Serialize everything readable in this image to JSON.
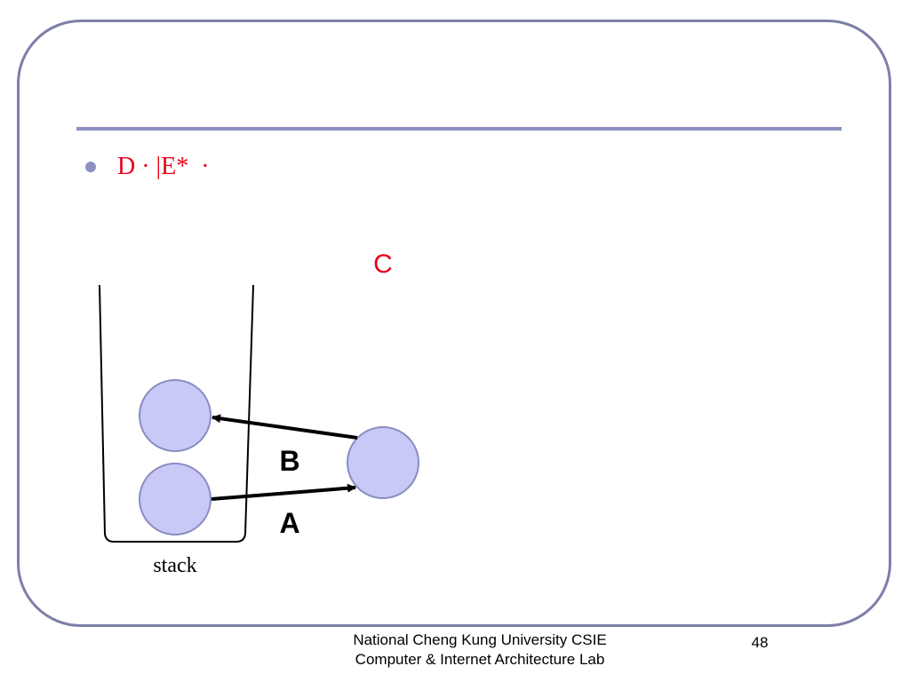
{
  "slide": {
    "bullet_text": "D · |E*  ·",
    "footer": {
      "line1": "National Cheng Kung University CSIE",
      "line2": "Computer & Internet Architecture Lab"
    },
    "page_number": "48"
  },
  "diagram": {
    "label_c": "C",
    "label_b": "B",
    "label_a": "A",
    "stack_label": "stack"
  },
  "colors": {
    "accent_text": "#e8001a",
    "node_fill": "#c8c9f7",
    "node_stroke": "#8a8cc0",
    "frame": "#7d7fa8",
    "rule": "#8c8fbf",
    "bullet": "#8e90c4"
  }
}
